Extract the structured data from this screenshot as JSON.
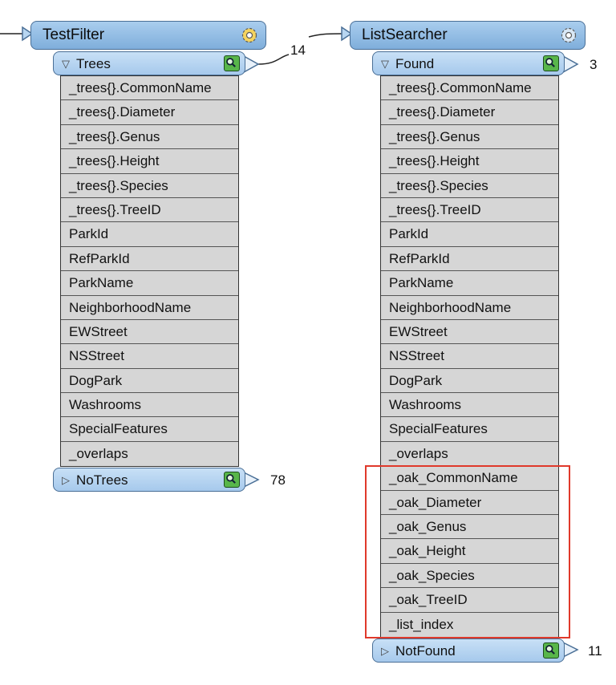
{
  "left": {
    "header_title": "TestFilter",
    "passed_port": "Trees",
    "passed_count": "14",
    "failed_port": "NoTrees",
    "failed_count": "78",
    "attributes": [
      "_trees{}.CommonName",
      "_trees{}.Diameter",
      "_trees{}.Genus",
      "_trees{}.Height",
      "_trees{}.Species",
      "_trees{}.TreeID",
      "ParkId",
      "RefParkId",
      "ParkName",
      "NeighborhoodName",
      "EWStreet",
      "NSStreet",
      "DogPark",
      "Washrooms",
      "SpecialFeatures",
      "_overlaps"
    ]
  },
  "right": {
    "header_title": "ListSearcher",
    "passed_port": "Found",
    "passed_count": "3",
    "failed_port": "NotFound",
    "failed_count": "11",
    "attributes": [
      "_trees{}.CommonName",
      "_trees{}.Diameter",
      "_trees{}.Genus",
      "_trees{}.Height",
      "_trees{}.Species",
      "_trees{}.TreeID",
      "ParkId",
      "RefParkId",
      "ParkName",
      "NeighborhoodName",
      "EWStreet",
      "NSStreet",
      "DogPark",
      "Washrooms",
      "SpecialFeatures",
      "_overlaps",
      "_oak_CommonName",
      "_oak_Diameter",
      "_oak_Genus",
      "_oak_Height",
      "_oak_Species",
      "_oak_TreeID",
      "_list_index"
    ]
  },
  "colors": {
    "highlight": "#e0392b",
    "header": "#8fbbe6",
    "port": "#b8d6f1",
    "attr": "#d6d6d6"
  },
  "icons": {
    "gear": "gear-icon",
    "inspect": "magnifier-icon",
    "collapse": "triangle-down-icon",
    "expand": "triangle-right-icon"
  }
}
